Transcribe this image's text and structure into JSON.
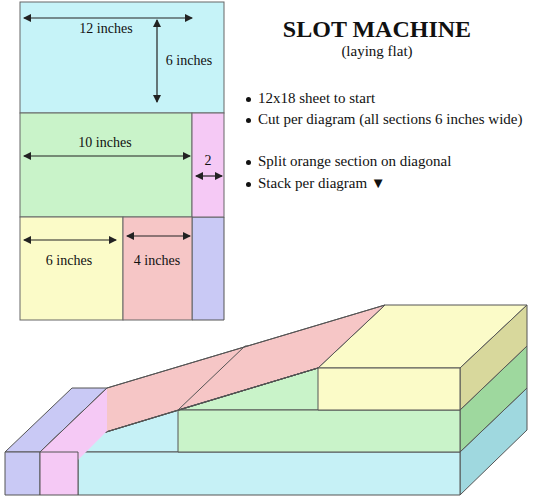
{
  "diagram": {
    "title": "SLOT MACHINE",
    "nodes": [
      {
        "text": [
          "12 inches",
          "6 inches"
        ]
      },
      {
        "text": [
          "10 inches"
        ]
      },
      {
        "text": [
          "2"
        ]
      },
      {
        "text": [
          "6 inches"
        ]
      },
      {
        "text": [
          "4 inches"
        ]
      }
    ],
    "labels": [
      "(laying flat)",
      "12x18 sheet to start",
      "Cut per diagram (all sections 6 inches wide)",
      "Split orange section on diagonal",
      "Stack per diagram ▼"
    ]
  }
}
